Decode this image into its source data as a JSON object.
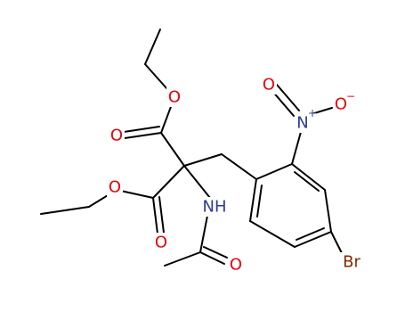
{
  "colors": {
    "bond": "#000000",
    "oxygen": "#e8000b",
    "nitrogen": "#2b3a9c",
    "bromine": "#8b2500",
    "background": "#ffffff"
  },
  "atoms": {
    "o_ester_upper": "O",
    "o_carbonyl_upper": "O",
    "o_ester_lower": "O",
    "o_carbonyl_lower": "O",
    "n_amide": "NH",
    "o_amide": "O",
    "n_nitro": "N",
    "n_nitro_charge": "+",
    "o_nitro_double": "O",
    "o_nitro_single": "O",
    "o_nitro_charge": "−",
    "br": "Br"
  }
}
